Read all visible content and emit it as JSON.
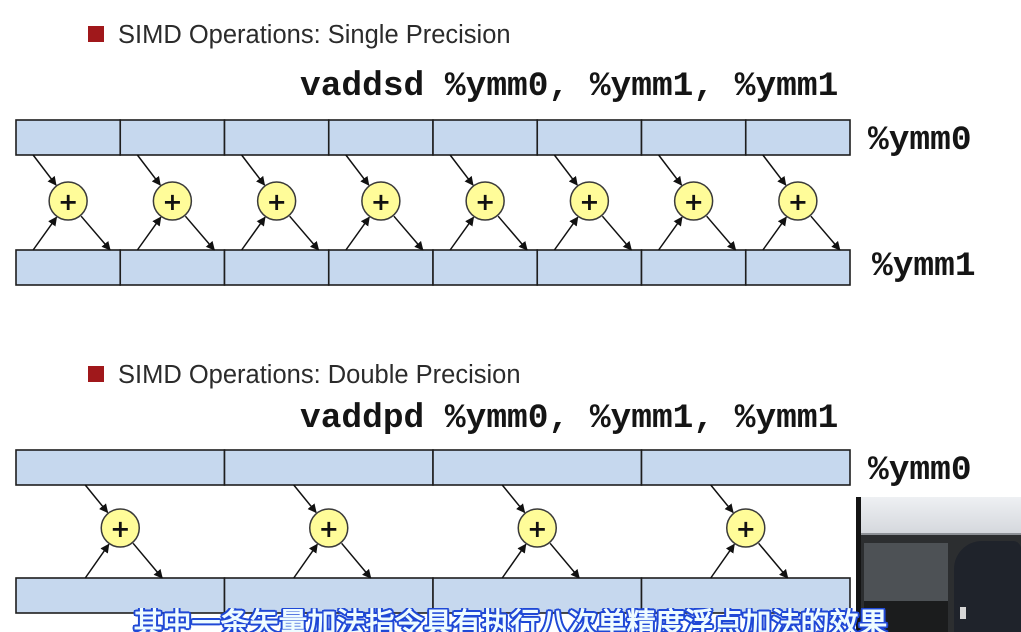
{
  "slide": {
    "sections": [
      {
        "title": "SIMD Operations: Single Precision",
        "instruction": "vaddsd %ymm0, %ymm1, %ymm1",
        "source_register": "%ymm0",
        "dest_register": "%ymm1",
        "operators": [
          "+",
          "+",
          "+",
          "+",
          "+",
          "+",
          "+",
          "+"
        ]
      },
      {
        "title": "SIMD Operations: Double Precision",
        "instruction": "vaddpd %ymm0, %ymm1, %ymm1",
        "source_register": "%ymm0",
        "operators": [
          "+",
          "+",
          "+",
          "+"
        ]
      }
    ]
  },
  "video_overlay": {
    "subtitle": "其中一条矢量加法指令具有执行八次单精度浮点加法的效果"
  },
  "colors": {
    "bullet": "#a0181b",
    "text": "#2b2b2b",
    "register_cell": "#c6d8ee",
    "register_border": "#1e1e1e",
    "adder_fill": "#fffc99",
    "subtitle_fill": "#eefcff",
    "subtitle_outline": "#1f48d6"
  }
}
